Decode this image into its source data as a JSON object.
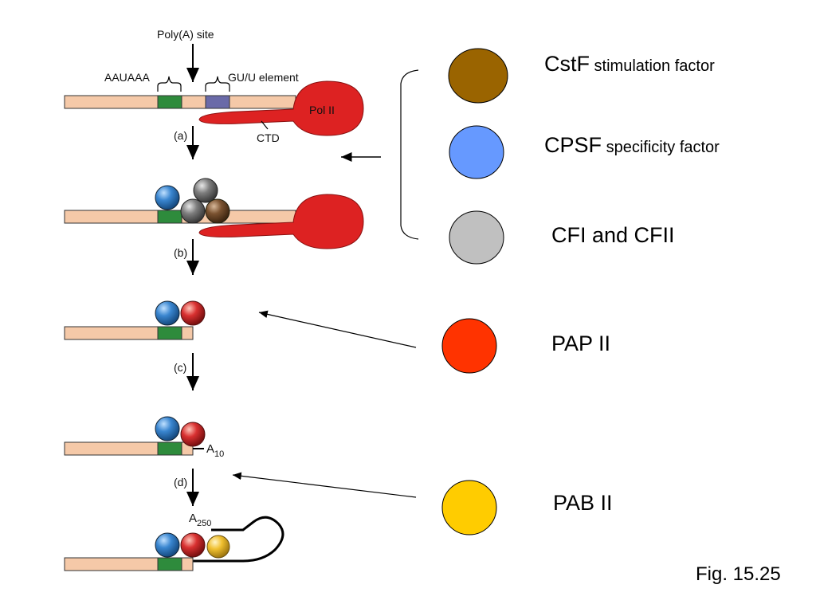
{
  "diagram": {
    "labels": {
      "polya_site": "Poly(A) site",
      "aauaaa": "AAUAAA",
      "gu_element": "GU/U element",
      "pol2": "Pol II",
      "ctd": "CTD",
      "step_a": "(a)",
      "step_b": "(b)",
      "step_c": "(c)",
      "step_d": "(d)",
      "a10_base": "A",
      "a10_sub": "10",
      "a250_base": "A",
      "a250_sub": "250"
    },
    "colors": {
      "rna": "#f5c9a8",
      "aauaaa_box": "#2e8b3c",
      "gu_box": "#6a6aa8",
      "pol2": "#dd2222",
      "cpsf": "#3a86d0",
      "cstf": "#7a5230",
      "cfi": "#7e7e7e",
      "pap": "#d83030",
      "pab": "#f0c030"
    }
  },
  "legend": [
    {
      "id": "cstf",
      "main": "CstF",
      "sub": " stimulation factor",
      "color": "#9a6400"
    },
    {
      "id": "cpsf",
      "main": "CPSF",
      "sub": " specificity factor",
      "color": "#6699ff"
    },
    {
      "id": "cfi",
      "main": "CFI and CFII",
      "sub": "",
      "color": "#c0c0c0"
    },
    {
      "id": "pap",
      "main": "PAP II",
      "sub": "",
      "color": "#ff3300"
    },
    {
      "id": "pab",
      "main": "PAB II",
      "sub": "",
      "color": "#ffcc00"
    }
  ],
  "figure_label": "Fig. 15.25"
}
